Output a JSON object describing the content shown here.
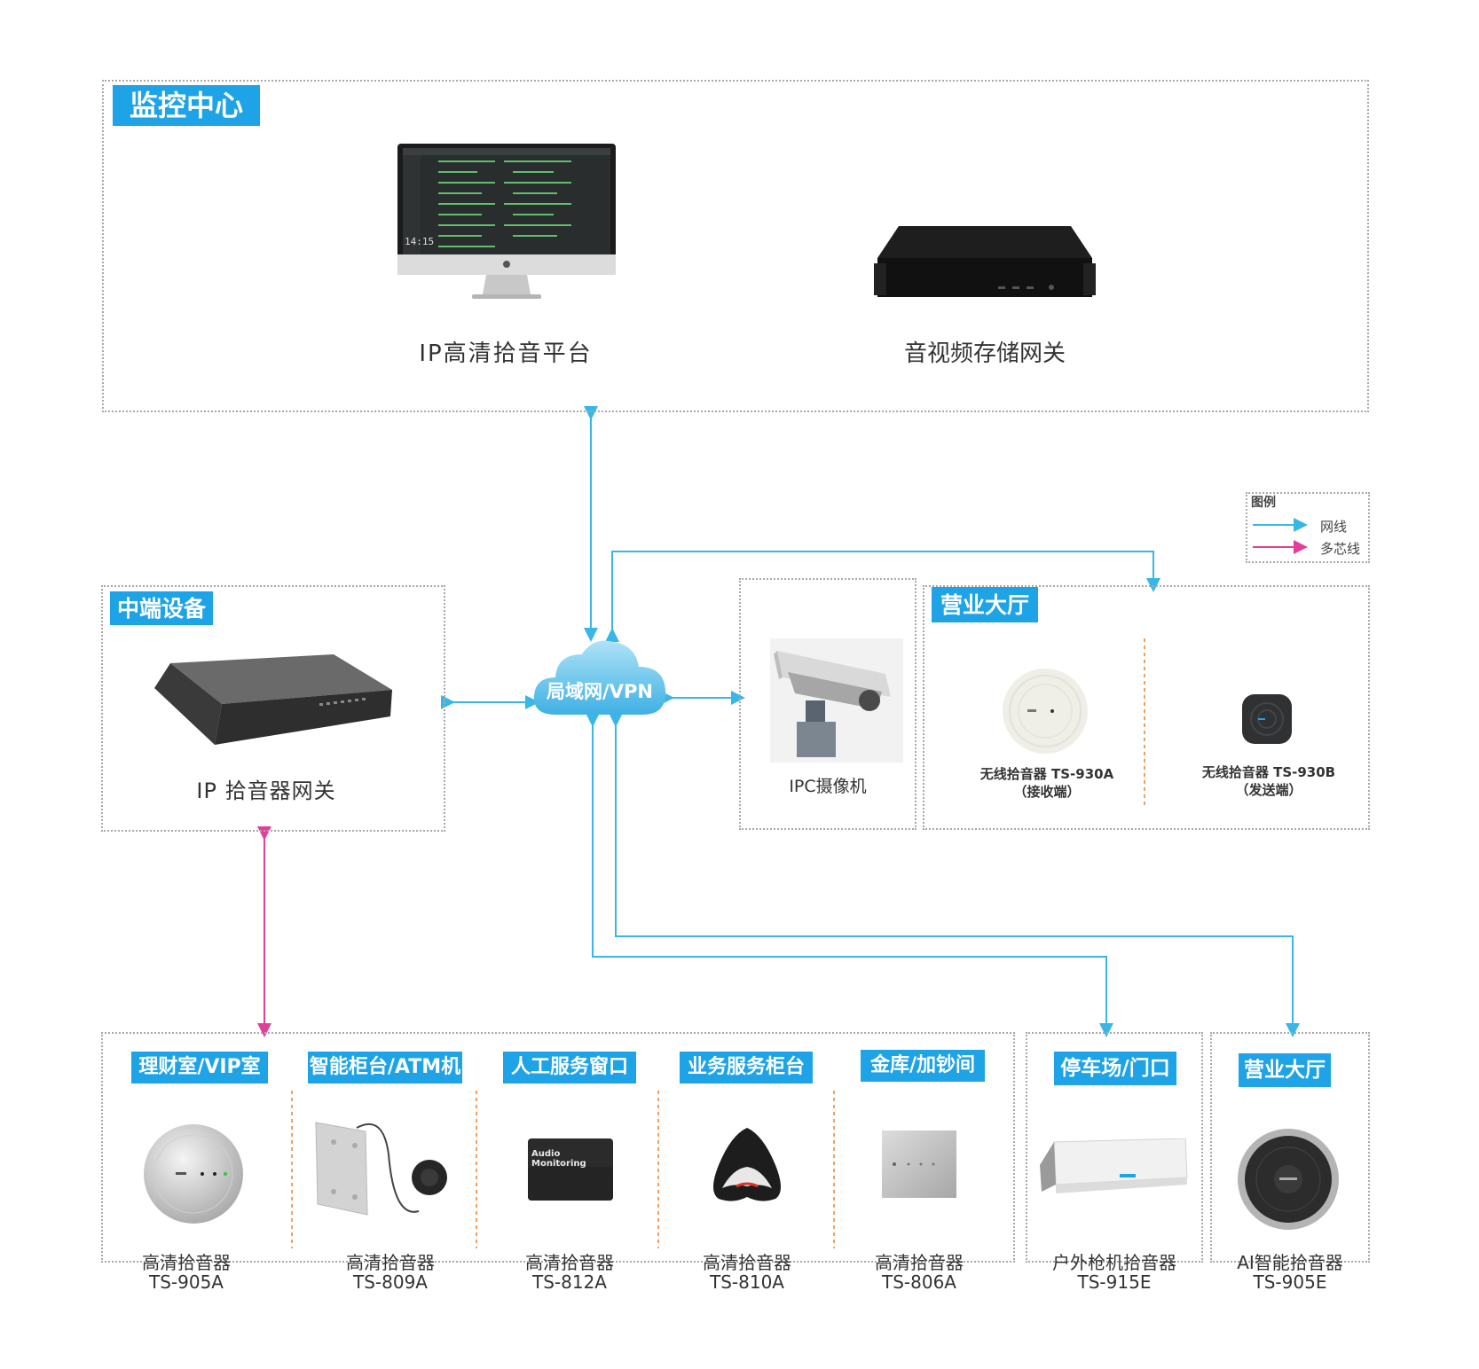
{
  "monitor_center": {
    "title": "监控中心",
    "platform_label": "IP高清拾音平台",
    "storage_label": "音视频存储网关",
    "screen_clock": "14:15"
  },
  "middle_devices": {
    "title": "中端设备",
    "gateway_label": "IP 拾音器网关"
  },
  "network": {
    "cloud_label": "局域网/VPN"
  },
  "ipc": {
    "label": "IPC摄像机"
  },
  "hall_top": {
    "title": "营业大厅",
    "receiver_line1": "无线拾音器 TS-930A",
    "receiver_line2": "（接收端）",
    "sender_line1": "无线拾音器 TS-930B",
    "sender_line2": "（发送端）"
  },
  "legend": {
    "title": "图例",
    "items": [
      {
        "label": "网线",
        "color": "#38b6e8"
      },
      {
        "label": "多芯线",
        "color": "#e0409a"
      }
    ]
  },
  "bottom": {
    "sections": [
      {
        "title": "理财室/VIP室",
        "name": "高清拾音器",
        "model": "TS-905A"
      },
      {
        "title": "智能柜台/ATM机",
        "name": "高清拾音器",
        "model": "TS-809A"
      },
      {
        "title": "人工服务窗口",
        "name": "高清拾音器",
        "model": "TS-812A",
        "device_text": "Audio Monitoring"
      },
      {
        "title": "业务服务柜台",
        "name": "高清拾音器",
        "model": "TS-810A"
      },
      {
        "title": "金库/加钞间",
        "name": "高清拾音器",
        "model": "TS-806A"
      },
      {
        "title": "停车场/门口",
        "name": "户外枪机拾音器",
        "model": "TS-915E"
      },
      {
        "title": "营业大厅",
        "name": "AI智能拾音器",
        "model": "TS-905E"
      }
    ]
  },
  "colors": {
    "accent": "#1ea3e6",
    "net_line": "#38b6e8",
    "multicore_line": "#e0409a",
    "divider": "#f0a060"
  }
}
